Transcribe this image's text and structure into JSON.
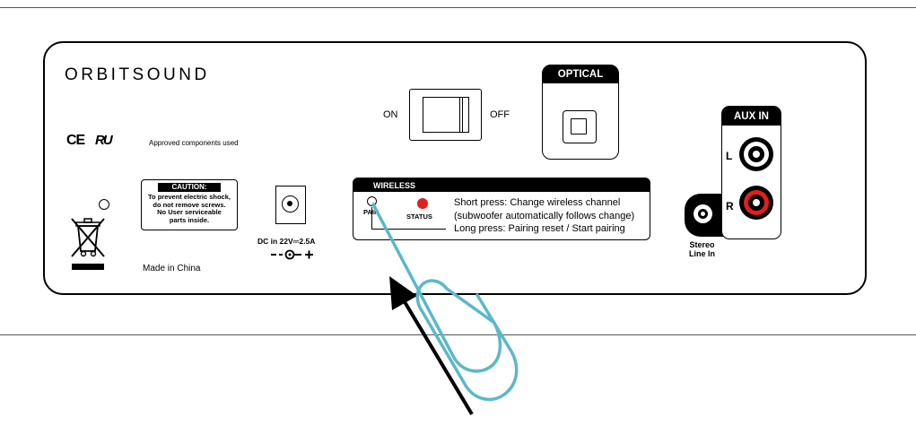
{
  "brand": "ORBITSOUND",
  "certifications": {
    "ce_mark": "CE",
    "ul_mark": "RU",
    "approved_text": "Approved components used"
  },
  "caution": {
    "title": "CAUTION:",
    "text": "To prevent electric shock,\ndo not remove screws.\nNo User serviceable\nparts inside."
  },
  "made_in": "Made in China",
  "dc_in": {
    "label": "DC in 22V⎓2.5A",
    "polarity_symbol": "–◦–C–+"
  },
  "power_switch": {
    "on_label": "ON",
    "off_label": "OFF"
  },
  "optical": {
    "title": "OPTICAL",
    "icon": "optical-port-icon"
  },
  "wireless": {
    "title": "WIRELESS",
    "pair_label": "PAIR",
    "status_label": "STATUS",
    "status_color": "#e0201b",
    "description": "Short press: Change wireless channel\n(subwoofer automatically follows change)\nLong press: Pairing reset / Start pairing"
  },
  "aux_in": {
    "title": "AUX IN",
    "left_label": "L",
    "right_label": "R",
    "left_color": "#ffffff",
    "right_color": "#e0201b"
  },
  "stereo_line_in": {
    "label": "Stereo\nLine In"
  },
  "paperclip": {
    "color": "#5bb8c9",
    "icon": "paperclip-icon"
  },
  "arrow": {
    "icon": "arrow-up-icon"
  }
}
